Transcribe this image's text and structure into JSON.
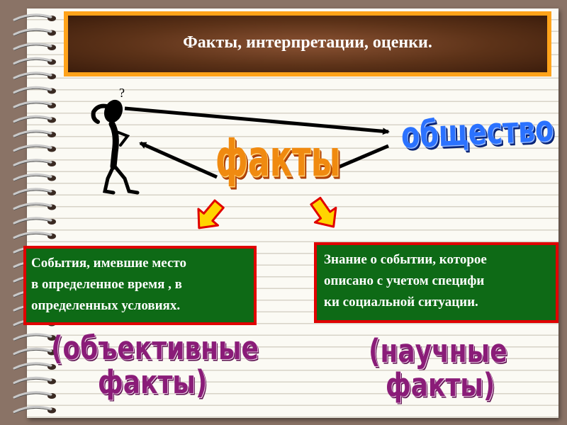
{
  "title": "Факты, интерпретации, оценки.",
  "diagram": {
    "center_label": "факты",
    "right_label": "общество",
    "question_mark": "?"
  },
  "left_box": {
    "lines": [
      "События, имевшие место",
      "в определенное время , в",
      "определенных условиях."
    ]
  },
  "right_box": {
    "lines": [
      "Знание о событии, которое",
      "описано с учетом специфи",
      "ки социальной ситуации."
    ]
  },
  "bottom_left": {
    "lines": [
      "(объективные",
      "факты)"
    ]
  },
  "bottom_right": {
    "lines": [
      "(научные",
      "факты)"
    ]
  },
  "colors": {
    "title_border": "#ffa31a",
    "title_background": "#5c3218",
    "box_fill": "#0e6a16",
    "box_border": "#e00000",
    "wordart_purple": "#8a1c78",
    "facts_orange": "#f08a10",
    "society_blue": "#2b72ff",
    "down_arrow_fill": "#ffd400",
    "down_arrow_outline": "#e00000"
  }
}
